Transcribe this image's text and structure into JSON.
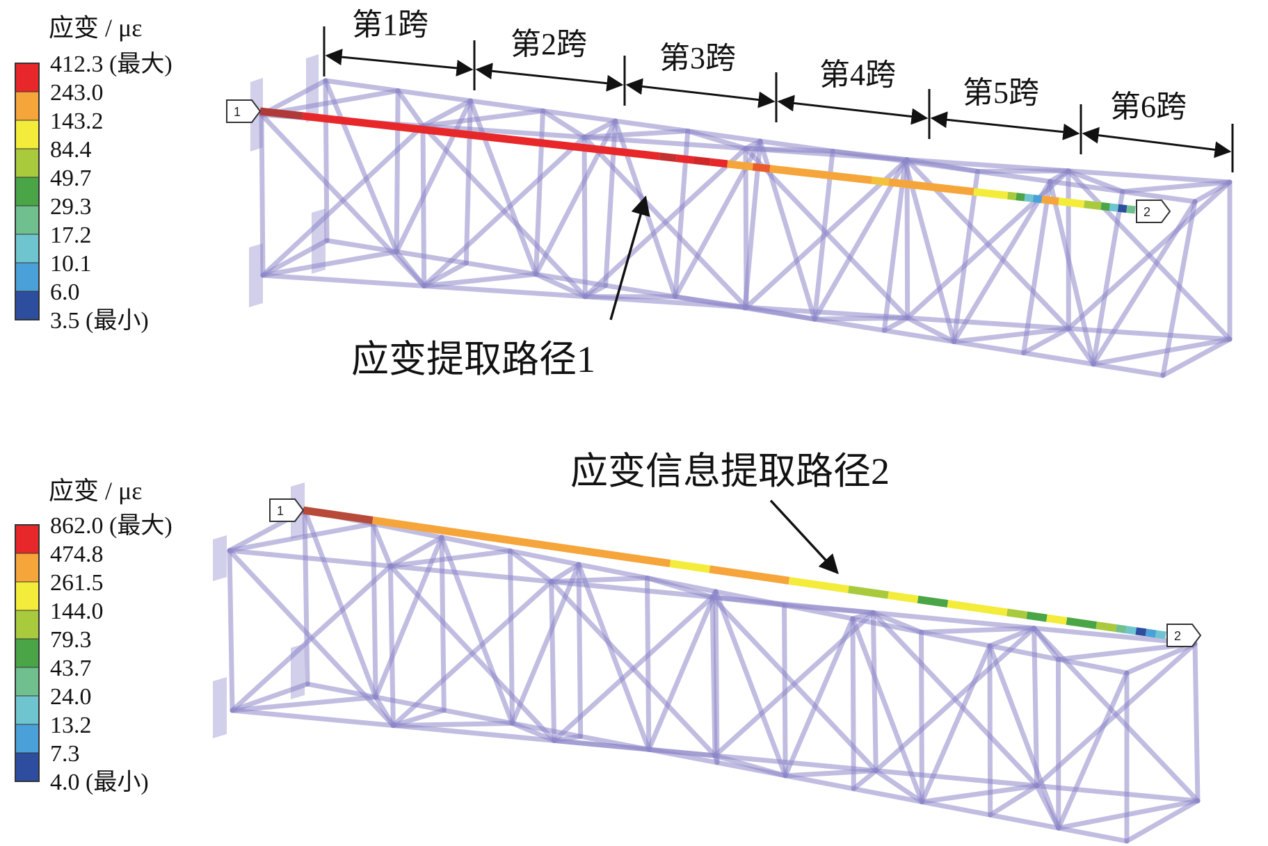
{
  "legends": [
    {
      "title": "应变 / με",
      "values": [
        "412.3 (最大)",
        "243.0",
        "143.2",
        "84.4",
        "49.7",
        "29.3",
        "17.2",
        "10.1",
        "6.0",
        "3.5 (最小)"
      ],
      "colors": [
        "#e8272a",
        "#f5a53a",
        "#f3ec3a",
        "#a8ca3c",
        "#4aa547",
        "#6fbf8f",
        "#6fc5cf",
        "#4aa0d8",
        "#2d4e9e"
      ]
    },
    {
      "title": "应变 / με",
      "values": [
        "862.0 (最大)",
        "474.8",
        "261.5",
        "144.0",
        "79.3",
        "43.7",
        "24.0",
        "13.2",
        "7.3",
        "4.0 (最小)"
      ],
      "colors": [
        "#e8272a",
        "#f5a53a",
        "#f3ec3a",
        "#a8ca3c",
        "#4aa547",
        "#6fbf8f",
        "#6fc5cf",
        "#4aa0d8",
        "#2d4e9e"
      ]
    }
  ],
  "spans": [
    "第1跨",
    "第2跨",
    "第3跨",
    "第4跨",
    "第5跨",
    "第6跨"
  ],
  "path_labels": [
    "应变提取路径1",
    "应变信息提取路径2"
  ],
  "node_labels": [
    "1",
    "2"
  ],
  "truss_color": "#8c86c8"
}
